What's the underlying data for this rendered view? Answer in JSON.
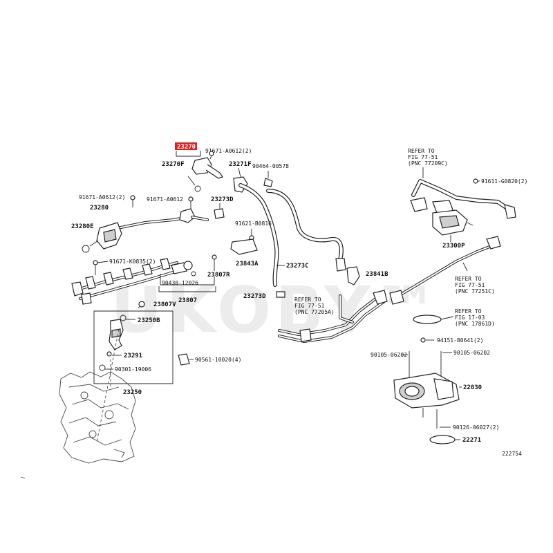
{
  "watermark": "UKOBY™",
  "drawing_number": "222754",
  "highlight_color": "#e02020",
  "labels": {
    "p23270": "23270",
    "p91671_a0612_2": "91671-A0612(2)",
    "p23270f": "23270F",
    "p23271f": "23271F",
    "p90464_00578": "90464-00578",
    "p91671_a0612_2b": "91671-A0612(2)",
    "p23280": "23280",
    "p91671_a0612": "91671-A0612",
    "p23273d_a": "23273D",
    "p23280e": "23280E",
    "p91621_b0816": "91621-B0816",
    "p23843a": "23843A",
    "p23273c": "23273C",
    "p91671_k0835_2": "91671-K0835(2)",
    "p90430_12026": "90430-12026",
    "p23807r": "23807R",
    "p23807": "23807",
    "p23807v": "23807V",
    "p23273d_b": "23273D",
    "p23841b": "23841B",
    "p23250b": "23250B",
    "p23291": "23291",
    "p90561_10020_4": "90561-10020(4)",
    "p90301_19006": "90301-19006",
    "p23250": "23250",
    "p91611_g0820_2": "91611-G0820(2)",
    "p23300p": "23300P",
    "p94151_80641_2": "94151-80641(2)",
    "p90105_06202_a": "90105-06202",
    "p90105_06202_b": "90105-06202",
    "p22030": "22030",
    "p90126_06027_2": "90126-06027(2)",
    "p22271": "22271"
  },
  "refer": {
    "r1_l1": "REFER TO",
    "r1_l2": "FIG 77-51",
    "r1_l3": "(PNC 77209C)",
    "r2_l1": "REFER TO",
    "r2_l2": "FIG 77-51",
    "r2_l3": "(PNC 77251C)",
    "r3_l1": "REFER TO",
    "r3_l2": "FIG 77-51",
    "r3_l3": "(PNC 77205A)",
    "r4_l1": "REFER TO",
    "r4_l2": "FIG 17-03",
    "r4_l3": "(PNC 17861D)"
  }
}
